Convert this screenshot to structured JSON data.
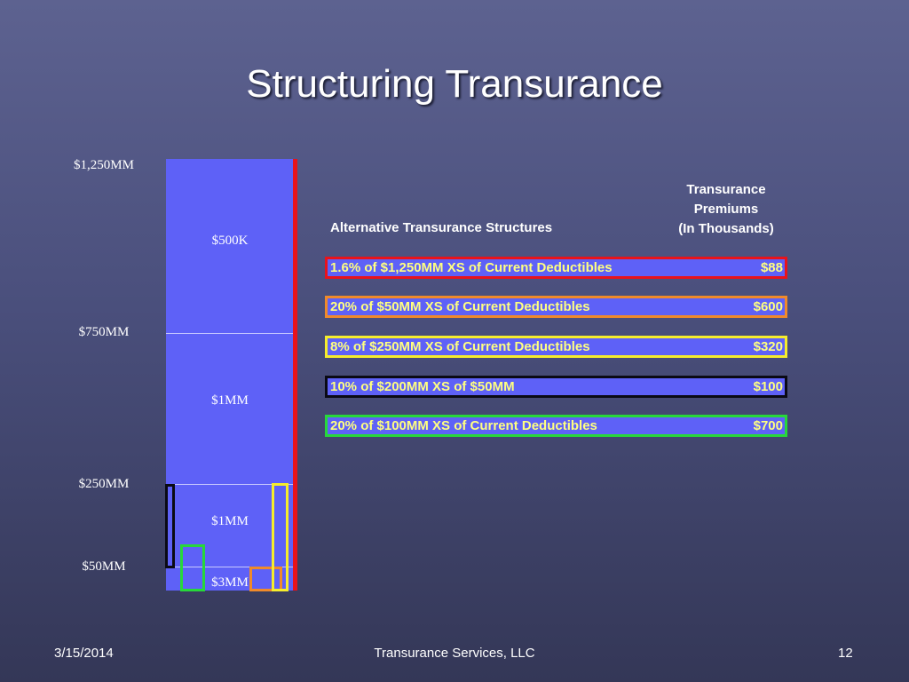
{
  "slide": {
    "title": "Structuring Transurance",
    "footer_date": "3/15/2014",
    "footer_company": "Transurance Services, LLC",
    "page_number": "12"
  },
  "tower": {
    "y_labels": [
      "$1,250MM",
      "$750MM",
      "$250MM",
      "$50MM"
    ],
    "tiers": [
      "$500K",
      "$1MM",
      "$1MM",
      "$3MM"
    ]
  },
  "table": {
    "header_left": "Alternative Transurance Structures",
    "header_right_line1": "Transurance",
    "header_right_line2": "Premiums",
    "header_right_line3": "(In Thousands)",
    "rows": [
      {
        "description": "1.6% of $1,250MM XS of Current Deductibles",
        "premium": "$88",
        "color": "#e8131b"
      },
      {
        "description": "20% of $50MM XS of Current Deductibles",
        "premium": "$600",
        "color": "#f08a2a"
      },
      {
        "description": "8% of $250MM XS of Current Deductibles",
        "premium": "$320",
        "color": "#f6ec2c"
      },
      {
        "description": "10% of $200MM XS of $50MM",
        "premium": "$100",
        "color": "#0a0a14"
      },
      {
        "description": "20% of $100MM XS of Current Deductibles",
        "premium": "$700",
        "color": "#27d83a"
      }
    ]
  }
}
